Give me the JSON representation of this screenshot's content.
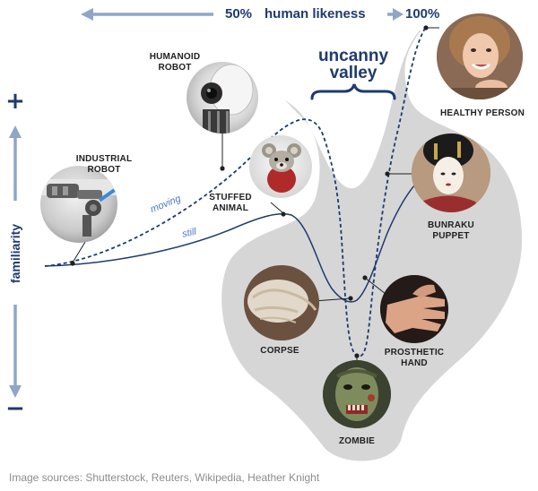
{
  "header": {
    "mid_label": "50%",
    "axis_title": "human likeness",
    "end_label": "100%"
  },
  "valley_label": "uncanny\nvalley",
  "y_axis": {
    "label": "familiarity",
    "plus": "+",
    "minus": "−"
  },
  "curves": {
    "moving": "moving",
    "still": "still"
  },
  "items": {
    "industrial_robot": {
      "label": "INDUSTRIAL\nROBOT",
      "icon": "robot-arm-icon"
    },
    "humanoid_robot": {
      "label": "HUMANOID\nROBOT",
      "icon": "humanoid-robot-icon"
    },
    "stuffed_animal": {
      "label": "STUFFED\nANIMAL",
      "icon": "teddy-bear-icon"
    },
    "healthy_person": {
      "label": "HEALTHY PERSON",
      "icon": "person-photo-icon"
    },
    "bunraku_puppet": {
      "label": "BUNRAKU\nPUPPET",
      "icon": "puppet-icon"
    },
    "corpse": {
      "label": "CORPSE",
      "icon": "corpse-icon"
    },
    "prosthetic_hand": {
      "label": "PROSTHETIC\nHAND",
      "icon": "prosthetic-hand-icon"
    },
    "zombie": {
      "label": "ZOMBIE",
      "icon": "zombie-icon"
    }
  },
  "colors": {
    "navy": "#1e3a6e",
    "arrow_blue": "#8fa6c7",
    "moving_label": "#4b78c4",
    "valley_fill": "#d6d6d6"
  },
  "source": "Image sources: Shutterstock, Reuters, Wikipedia, Heather Knight"
}
